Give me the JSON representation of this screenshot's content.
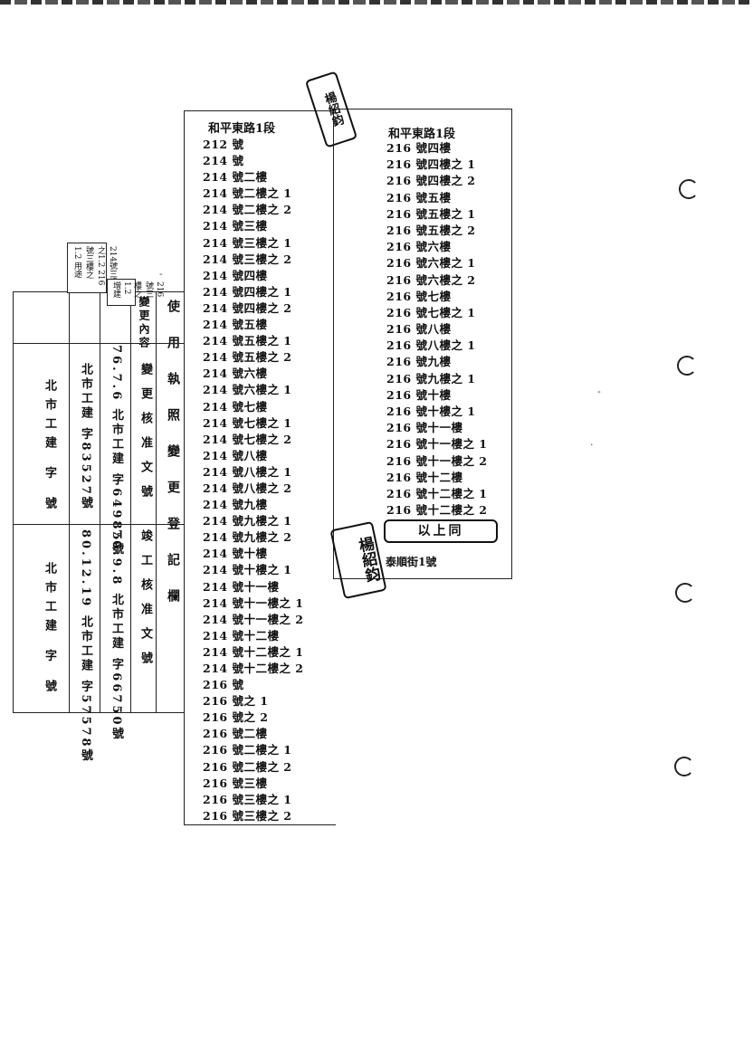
{
  "register": {
    "header": [
      "使",
      "用",
      "執",
      "照",
      "變",
      "更",
      "登",
      "記",
      "欄"
    ],
    "row_labels": [
      "變更內容",
      "變更核准文號",
      "竣工核准文號"
    ],
    "entries": [
      {
        "content": "216號三樓之1.2 増建",
        "approval": "76.7.6 北市工建 字64985號",
        "completion": "76.9.8 北市工建 字66750號"
      },
      {
        "content": "214號三樓之1.2 216號三樓之1.2 用途",
        "approval": "北市工建 字83527號",
        "completion": "80.12.19 北市工建 字57578號"
      },
      {
        "content": "",
        "approval": "北市工建 字 號",
        "completion": "北市工建 字 號"
      }
    ]
  },
  "slip_left": {
    "header": "和平東路1段",
    "addresses": [
      "212 號",
      "214 號",
      "214 號二樓",
      "214 號二樓之 1",
      "214 號二樓之 2",
      "214 號三樓",
      "214 號三樓之 1",
      "214 號三樓之 2",
      "214 號四樓",
      "214 號四樓之 1",
      "214 號四樓之 2",
      "214 號五樓",
      "214 號五樓之 1",
      "214 號五樓之 2",
      "214 號六樓",
      "214 號六樓之 1",
      "214 號七樓",
      "214 號七樓之 1",
      "214 號七樓之 2",
      "214 號八樓",
      "214 號八樓之 1",
      "214 號八樓之 2",
      "214 號九樓",
      "214 號九樓之 1",
      "214 號九樓之 2",
      "214 號十樓",
      "214 號十樓之 1",
      "214 號十一樓",
      "214 號十一樓之 1",
      "214 號十一樓之 2",
      "214 號十二樓",
      "214 號十二樓之 1",
      "214 號十二樓之 2",
      "216 號",
      "216 號之 1",
      "216 號之 2",
      "216 號二樓",
      "216 號二樓之 1",
      "216 號二樓之 2",
      "216 號三樓",
      "216 號三樓之 1",
      "216 號三樓之 2"
    ]
  },
  "slip_right": {
    "header": "和平東路1段",
    "addresses": [
      "216 號四樓",
      "216 號四樓之 1",
      "216 號四樓之 2",
      "216 號五樓",
      "216 號五樓之 1",
      "216 號五樓之 2",
      "216 號六樓",
      "216 號六樓之 1",
      "216 號六樓之 2",
      "216 號七樓",
      "216 號七樓之 1",
      "216 號八樓",
      "216 號八樓之 1",
      "216 號九樓",
      "216 號九樓之 1",
      "216 號十樓",
      "216 號十樓之 1",
      "216 號十一樓",
      "216 號十一樓之 1",
      "216 號十一樓之 2",
      "216 號十二樓",
      "216 號十二樓之 1",
      "216 號十二樓之 2"
    ],
    "boxed_note": "以上同",
    "foot_note": "泰順街1號"
  },
  "stamps": {
    "large_seal": "楊紹鈞",
    "small_seal": "楊紹鈞"
  }
}
